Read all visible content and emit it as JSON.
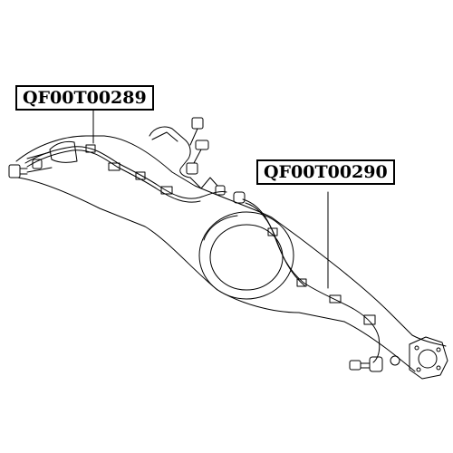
{
  "diagram": {
    "part_labels": [
      {
        "id": "a",
        "text": "QF00T00289"
      },
      {
        "id": "b",
        "text": "QF00T00290"
      }
    ]
  }
}
